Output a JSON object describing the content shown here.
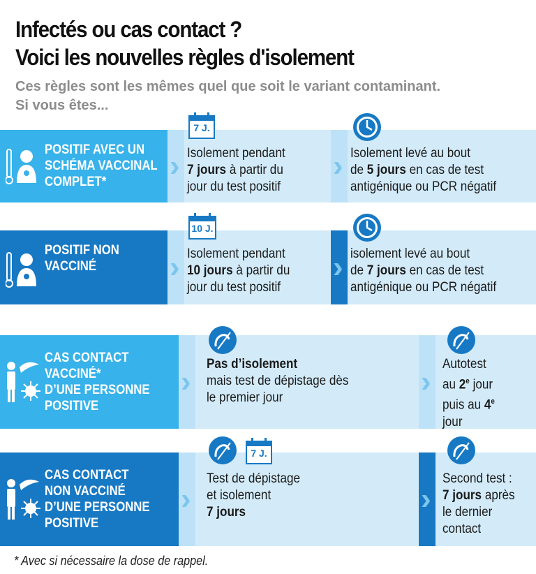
{
  "title": {
    "line1": "Infectés ou cas contact ?",
    "line2": "Voici les nouvelles règles d'isolement"
  },
  "subtitle": {
    "line1": "Ces règles sont les mêmes quel que soit le variant contaminant.",
    "line2": "Si vous êtes..."
  },
  "rows": [
    {
      "label": [
        "POSITIF AVEC UN",
        "SCHÉMA VACCINAL",
        "COMPLET*"
      ],
      "calendar_label": "7 J.",
      "mid": {
        "l1": "Isolement pendant",
        "l2_bold": "7 jours",
        "l2_rest": " à partir du",
        "l3": "jour du test positif"
      },
      "right": {
        "l1": "Isolement levé au bout",
        "l2_pre": "de ",
        "l2_bold": "5 jours",
        "l2_rest": " en cas de test",
        "l3": "antigénique ou PCR négatif"
      }
    },
    {
      "label": [
        "POSITIF NON",
        "VACCINÉ"
      ],
      "calendar_label": "10 J.",
      "mid": {
        "l1": "Isolement pendant",
        "l2_bold": "10 jours",
        "l2_rest": " à partir du",
        "l3": "jour du test positif"
      },
      "right": {
        "l1": "isolement levé au bout",
        "l2_pre": "de ",
        "l2_bold": "7 jours",
        "l2_rest": " en cas de test",
        "l3": "antigénique ou PCR négatif"
      }
    },
    {
      "label": [
        "CAS CONTACT",
        "VACCINÉ*",
        "D’UNE PERSONNE",
        "POSITIVE"
      ],
      "mid": {
        "l1_bold": "Pas d’isolement",
        "l2": "mais test de dépistage dès",
        "l3": "le premier jour"
      },
      "right": {
        "l1": "Autotest",
        "l2_pre": "au ",
        "l2_bold": "2",
        "l2_sup": "e",
        "l2_rest": " jour",
        "l3_pre": "puis au ",
        "l3_bold": "4",
        "l3_sup": "e",
        "l4": "jour"
      }
    },
    {
      "label": [
        "CAS CONTACT",
        "NON VACCINÉ",
        "D’UNE PERSONNE",
        "POSITIVE"
      ],
      "calendar_label": "7 J.",
      "mid": {
        "l1": "Test de dépistage",
        "l2": "et isolement",
        "l3_bold": "7 jours"
      },
      "right": {
        "l1": "Second test :",
        "l2_bold": "7 jours",
        "l2_rest": " après",
        "l3": "le dernier",
        "l4": "contact"
      }
    }
  ],
  "footnote": "* Avec si nécessaire la dose de rappel.",
  "colors": {
    "light_blue": "#37b2ea",
    "dark_blue": "#1779c4",
    "pale_blue": "#d3ebf9",
    "strip_blue": "#bde2f7",
    "subtitle_gray": "#8c8c8c"
  }
}
